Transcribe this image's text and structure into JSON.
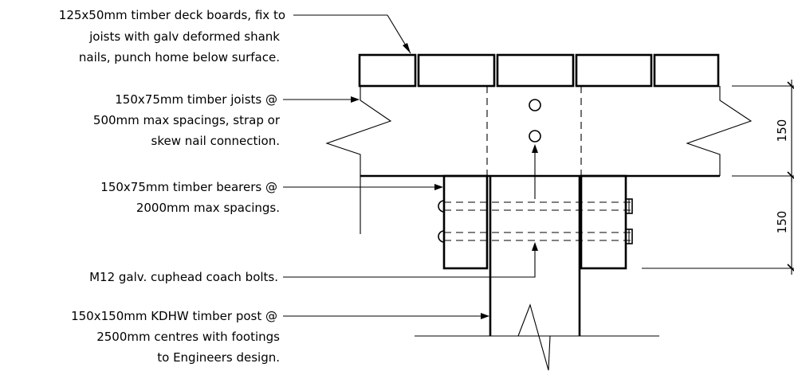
{
  "annotations": {
    "deck_boards": [
      "125x50mm timber deck boards, fix to",
      "joists with galv deformed shank",
      "nails, punch home below surface."
    ],
    "joists": [
      "150x75mm timber joists @",
      "500mm max spacings, strap or",
      "skew nail connection."
    ],
    "bearers": [
      "150x75mm timber bearers @",
      "2000mm max spacings."
    ],
    "bolts": [
      "M12 galv. cuphead coach bolts."
    ],
    "post": [
      "150x150mm KDHW timber post @",
      "2500mm centres with footings",
      "to Engineers design."
    ]
  },
  "dimensions": {
    "joist_depth": "150",
    "bearer_depth": "150"
  },
  "colors": {
    "line": "#000000",
    "background": "#ffffff"
  }
}
